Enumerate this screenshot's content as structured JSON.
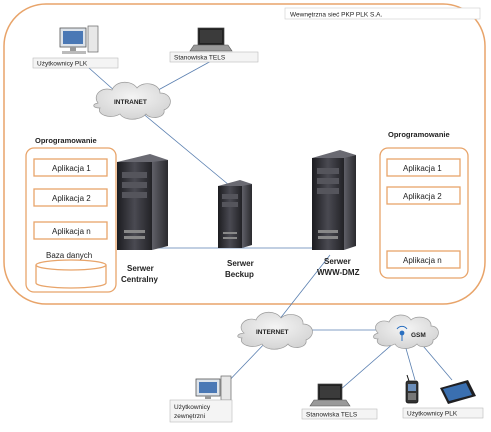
{
  "region_label": "Wewnętrzna sieć PKP PLK S.A.",
  "clouds": {
    "intranet": "INTRANET",
    "internet": "INTERNET",
    "gsm": "GSM"
  },
  "internal_clients": {
    "users_plk": "Użytkownicy PLK",
    "tels_stations": "Stanowiska TELS"
  },
  "left_software": {
    "header": "Oprogramowanie",
    "apps": [
      "Aplikacja 1",
      "Aplikacja 2",
      "Aplikacja n"
    ],
    "database": "Baza danych"
  },
  "right_software": {
    "header": "Oprogramowanie",
    "apps": [
      "Aplikacja 1",
      "Aplikacja 2",
      "Aplikacja n"
    ]
  },
  "servers": {
    "central": [
      "Serwer",
      "Centralny"
    ],
    "backup": [
      "Serwer",
      "Beckup"
    ],
    "dmz": [
      "Serwer",
      "WWW-DMZ"
    ]
  },
  "external_clients": {
    "external_users": [
      "Użytkownicy",
      "zewnętrzni"
    ],
    "tels_stations": "Stanowiska TELS",
    "users_plk": "Użytkownicy PLK"
  },
  "colors": {
    "accent": "#e8a46a",
    "cloud": "#e6e6e6",
    "server": "#2f2f35"
  }
}
